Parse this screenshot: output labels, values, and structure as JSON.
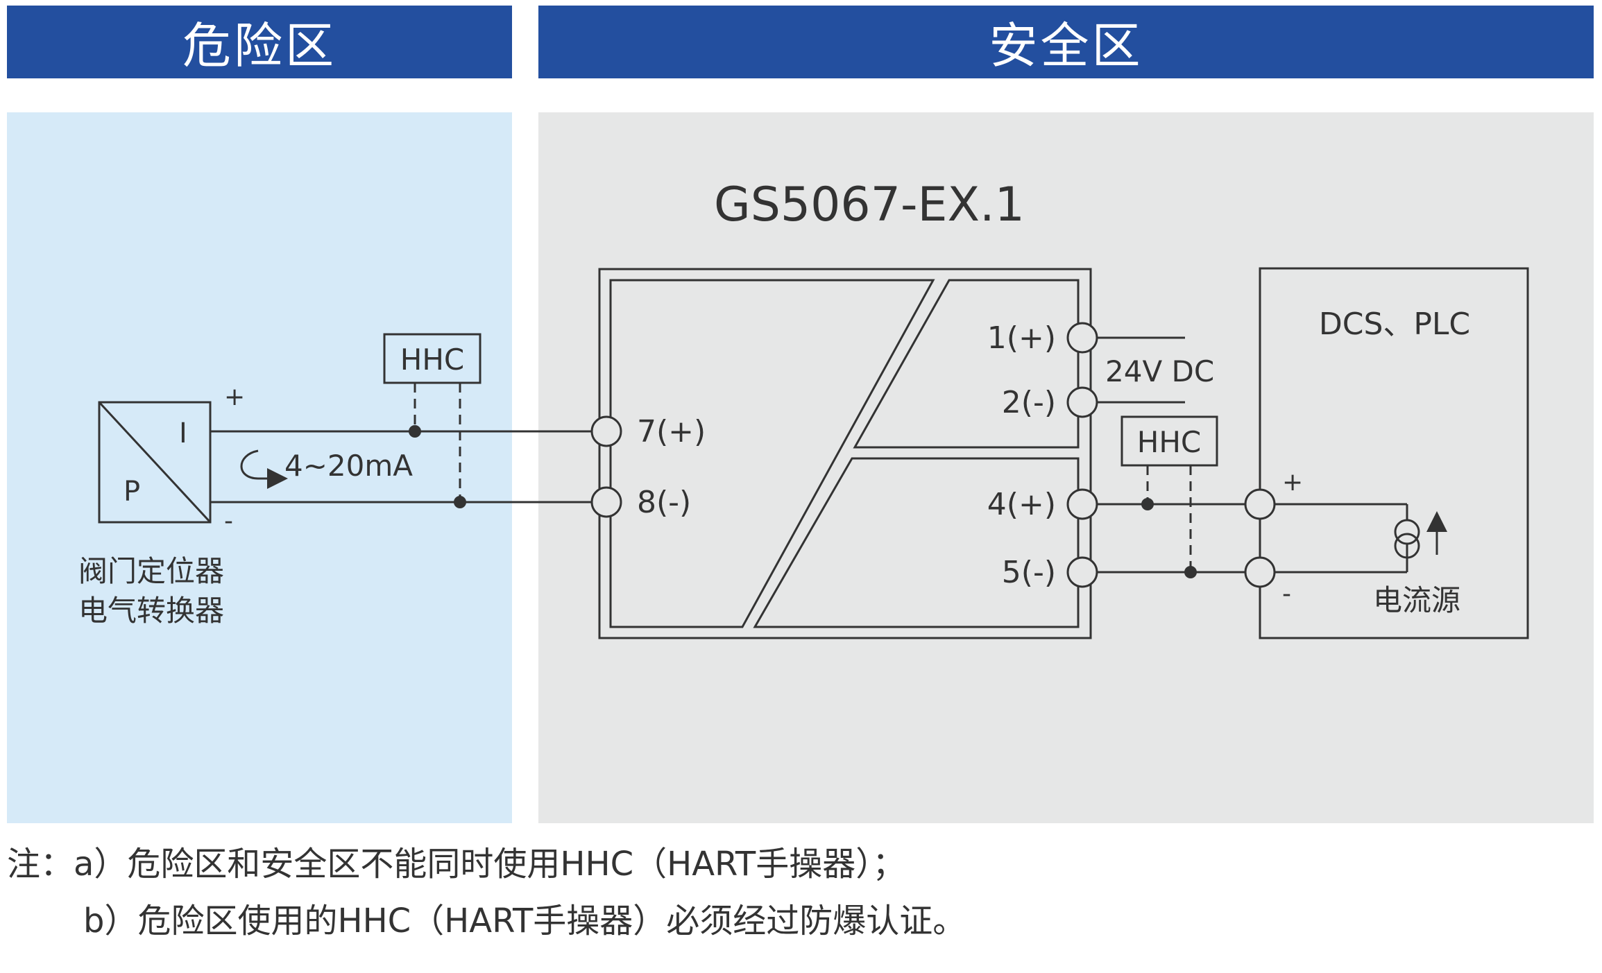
{
  "zones": {
    "hazardous": "危险区",
    "safe": "安全区"
  },
  "isolator": {
    "model": "GS5067-EX.1",
    "terminals": {
      "t1": "1(+)",
      "t2": "2(-)",
      "t4": "4(+)",
      "t5": "5(-)",
      "t7": "7(+)",
      "t8": "8(-)"
    }
  },
  "power_label": "24V DC",
  "field": {
    "device_line1": "阀门定位器",
    "device_line2": "电气转换器",
    "box_letters": {
      "top": "I",
      "bottom": "P"
    },
    "plus": "+",
    "minus": "-",
    "current_label": "4~20mA"
  },
  "hhc_label": "HHC",
  "control": {
    "title": "DCS、PLC",
    "plus": "+",
    "minus": "-",
    "source_label": "电流源"
  },
  "notes": {
    "line1": "注：a）危险区和安全区不能同时使用HHC（HART手操器）；",
    "line2": "b）危险区使用的HHC（HART手操器）必须经过防爆认证。"
  },
  "colors": {
    "banner": "#234f9f",
    "hazardous_bg": "#d6eaf8",
    "safe_bg": "#e6e7e7",
    "line": "#333333"
  }
}
